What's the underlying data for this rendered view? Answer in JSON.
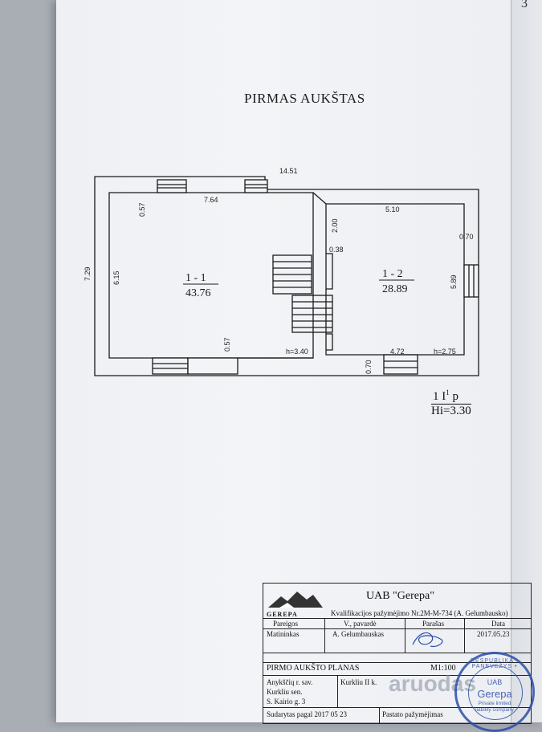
{
  "page_number": "3",
  "title": "PIRMAS AUKŠTAS",
  "plan": {
    "dims": {
      "total_width": "14.51",
      "left_width": "7.64",
      "height_left": "7.29",
      "inner_height": "6.15",
      "wall_top": "0.57",
      "wall_bottom": "0.57",
      "right_width": "5.10",
      "d200": "2.00",
      "d038": "0.38",
      "d070_right": "0.70",
      "d589": "5.89",
      "d472": "4.72",
      "d070_bottom": "0.70",
      "h_left": "h=3.40",
      "h_right": "h=2.75"
    },
    "rooms": [
      {
        "id": "1 - 1",
        "area": "43.76"
      },
      {
        "id": "1 - 2",
        "area": "28.89"
      }
    ],
    "floor_code": {
      "line1": "1 I",
      "sup": "1",
      "suffix": " p",
      "line2": "Hi=3.30"
    }
  },
  "title_block": {
    "company": "UAB \"Gerepa\"",
    "logo_text": "GEREPA",
    "qualification": "Kvalifikacijos pažymėjimo Nr.2M-M-734 (A. Gelumbausko)",
    "headers": [
      "Pareigos",
      "V., pavardė",
      "Parašas",
      "Data"
    ],
    "row": [
      "Matininkas",
      "A. Gelumbauskas",
      "",
      "2017.05.23"
    ],
    "plan_name": "PIRMO AUKŠTO PLANAS",
    "scale": "M1:100",
    "address_lines": [
      "Anykščių r. sav.",
      "Kurkliu sen.",
      "S. Kairio g. 3"
    ],
    "village": "Kurkliu II k.",
    "drawn_by": "Sudarytas pagal  2017 05 23",
    "certificate": "Pastato pažymėjimas"
  },
  "stamp": {
    "ring": "RESPUBLIKA • PANEVĖŽYS •",
    "line1": "UAB",
    "line2": "Gerepa",
    "line3a": "Private limited",
    "line3b": "liability company"
  },
  "watermark": "aruodas"
}
